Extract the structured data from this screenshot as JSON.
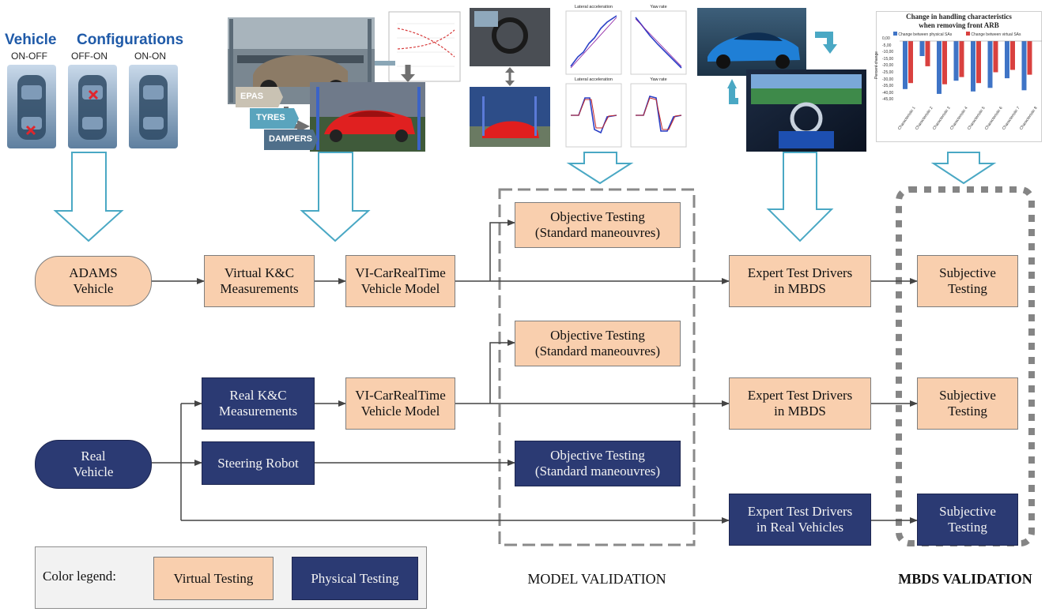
{
  "top_panels": {
    "vehicle_configs": {
      "title_word1": "Vehicle",
      "title_word2": "Configurations",
      "configs": [
        "ON-OFF",
        "OFF-ON",
        "ON-ON"
      ],
      "title_color": "#1f5aa8"
    },
    "kc_test": {
      "labels": [
        "EPAS",
        "TYRES",
        "DAMPERS"
      ]
    },
    "objective_plots": {
      "plot_titles": [
        "Lateral acceleration",
        "Yaw rate",
        "Lateral acceleration",
        "Yaw rate"
      ]
    },
    "handling_chart": {
      "title": "Change in handling characteristics\nwhen removing front ARB",
      "legend": [
        "Change between physical SAs",
        "Change between virtual SAs"
      ],
      "ylabel": "Percent change",
      "ticks": [
        "0,00",
        "-5,00",
        "-10,00",
        "-15,00",
        "-20,00",
        "-25,00",
        "-30,00",
        "-35,00",
        "-40,00",
        "-45,00"
      ],
      "categories": [
        "Characteristic 1",
        "Characteristic 2",
        "Characteristic 3",
        "Characteristic 4",
        "Characteristic 5",
        "Characteristic 6",
        "Characteristic 7",
        "Characteristic 8"
      ]
    }
  },
  "boxes": {
    "adams_vehicle": "ADAMS\nVehicle",
    "virtual_kc": "Virtual K&C\nMeasurements",
    "vi_car_1": "VI-CarRealTime\nVehicle Model",
    "objective_1": "Objective Testing\n(Standard maneouvres)",
    "expert_mbds_1": "Expert Test Drivers\nin MBDS",
    "subjective_1": "Subjective\nTesting",
    "objective_2": "Objective Testing\n(Standard maneouvres)",
    "real_kc": "Real K&C\nMeasurements",
    "vi_car_2": "VI-CarRealTime\nVehicle Model",
    "expert_mbds_2": "Expert Test Drivers\nin MBDS",
    "subjective_2": "Subjective\nTesting",
    "real_vehicle": "Real\nVehicle",
    "steering_robot": "Steering Robot",
    "objective_3": "Objective Testing\n(Standard maneouvres)",
    "expert_real": "Expert Test Drivers\nin Real Vehicles",
    "subjective_3": "Subjective\nTesting"
  },
  "legend": {
    "title": "Color legend:",
    "virtual": "Virtual Testing",
    "physical": "Physical Testing"
  },
  "groups": {
    "model_validation": "MODEL\nVALIDATION",
    "mbds_validation": "MBDS\nVALIDATION"
  },
  "colors": {
    "virtual": "#f9cfae",
    "physical": "#2b3a73",
    "arrow_outline": "#4aa8c4",
    "connector": "#444444"
  }
}
